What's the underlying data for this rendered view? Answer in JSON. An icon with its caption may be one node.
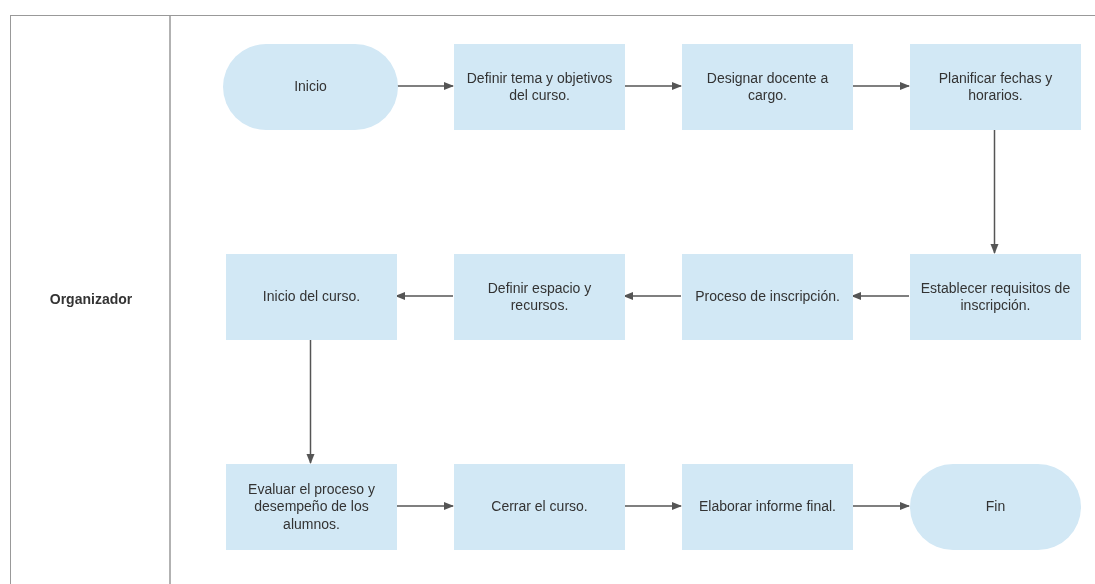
{
  "diagram": {
    "nodes": [
      {
        "text": [
          "Organizador"
        ]
      },
      {
        "text": [
          "Inicio"
        ],
        "in": 0
      },
      {
        "text": [
          "Definir tema y objetivos del curso."
        ],
        "in": 0
      },
      {
        "text": [
          "Designar docente a cargo."
        ],
        "in": 0
      },
      {
        "text": [
          "Planificar fechas y horarios."
        ],
        "in": 0
      },
      {
        "text": [
          "Establecer requisitos de inscripción."
        ],
        "in": 0
      },
      {
        "text": [
          "Proceso de inscripción."
        ],
        "in": 0
      },
      {
        "text": [
          "Definir espacio y recursos."
        ],
        "in": 0
      },
      {
        "text": [
          "Inicio del curso."
        ],
        "in": 0
      },
      {
        "text": [
          "Evaluar el proceso y desempeño de los alumnos."
        ],
        "in": 0
      },
      {
        "text": [
          "Cerrar el curso."
        ],
        "in": 0
      },
      {
        "text": [
          "Elaborar informe final."
        ],
        "in": 0
      },
      {
        "text": [
          "Fin"
        ],
        "in": 0
      }
    ],
    "edges": [
      {
        "from": 1,
        "to": 2,
        "arrow": "to"
      },
      {
        "from": 2,
        "to": 3,
        "arrow": "to"
      },
      {
        "from": 3,
        "to": 4,
        "arrow": "to"
      },
      {
        "from": 4,
        "to": 5,
        "arrow": "to"
      },
      {
        "from": 5,
        "to": 6,
        "arrow": "to"
      },
      {
        "from": 6,
        "to": 7,
        "arrow": "to"
      },
      {
        "from": 7,
        "to": 8,
        "arrow": "to"
      },
      {
        "from": 8,
        "to": 9,
        "arrow": "to"
      },
      {
        "from": 9,
        "to": 10,
        "arrow": "to"
      },
      {
        "from": 10,
        "to": 11,
        "arrow": "to"
      },
      {
        "from": 11,
        "to": 12,
        "arrow": "to"
      }
    ]
  }
}
